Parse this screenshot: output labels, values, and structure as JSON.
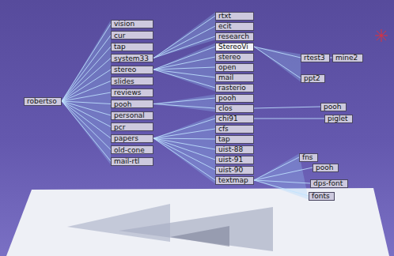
{
  "diagram": {
    "nodes": [
      {
        "text": [
          "robertso"
        ]
      },
      {
        "text": [
          "vision"
        ]
      },
      {
        "text": [
          "cur"
        ]
      },
      {
        "text": [
          "tap"
        ]
      },
      {
        "text": [
          "system33"
        ]
      },
      {
        "text": [
          "stereo"
        ]
      },
      {
        "text": [
          "slides"
        ]
      },
      {
        "text": [
          "reviews"
        ]
      },
      {
        "text": [
          "pooh"
        ]
      },
      {
        "text": [
          "personal"
        ]
      },
      {
        "text": [
          "pcr"
        ]
      },
      {
        "text": [
          "papers"
        ]
      },
      {
        "text": [
          "old-cone"
        ]
      },
      {
        "text": [
          "mail-rtl"
        ]
      },
      {
        "text": [
          "rtxt"
        ]
      },
      {
        "text": [
          "ecit"
        ]
      },
      {
        "text": [
          "research"
        ]
      },
      {
        "text": [
          "StereoVi"
        ]
      },
      {
        "text": [
          "stereo"
        ]
      },
      {
        "text": [
          "open"
        ]
      },
      {
        "text": [
          "mail"
        ]
      },
      {
        "text": [
          "rasterio"
        ]
      },
      {
        "text": [
          "pooh"
        ]
      },
      {
        "text": [
          "clos"
        ]
      },
      {
        "text": [
          "chi91"
        ]
      },
      {
        "text": [
          "cfs"
        ]
      },
      {
        "text": [
          "tap"
        ]
      },
      {
        "text": [
          "uist-88"
        ]
      },
      {
        "text": [
          "uist-91"
        ]
      },
      {
        "text": [
          "uist-90"
        ]
      },
      {
        "text": [
          "textmap"
        ]
      },
      {
        "text": [
          "rtest3"
        ]
      },
      {
        "text": [
          "mine2"
        ]
      },
      {
        "text": [
          "ppt2"
        ]
      },
      {
        "text": [
          "pooh"
        ]
      },
      {
        "text": [
          "piglet"
        ]
      },
      {
        "text": [
          "fns"
        ]
      },
      {
        "text": [
          "pooh"
        ]
      },
      {
        "text": [
          "dps-font"
        ]
      },
      {
        "text": [
          "fonts"
        ]
      }
    ],
    "edges": [
      {
        "from": 0,
        "to": 1,
        "arrow": "none"
      },
      {
        "from": 0,
        "to": 2,
        "arrow": "none"
      },
      {
        "from": 0,
        "to": 3,
        "arrow": "none"
      },
      {
        "from": 0,
        "to": 4,
        "arrow": "none"
      },
      {
        "from": 0,
        "to": 5,
        "arrow": "none"
      },
      {
        "from": 0,
        "to": 6,
        "arrow": "none"
      },
      {
        "from": 0,
        "to": 7,
        "arrow": "none"
      },
      {
        "from": 0,
        "to": 8,
        "arrow": "none"
      },
      {
        "from": 0,
        "to": 9,
        "arrow": "none"
      },
      {
        "from": 0,
        "to": 10,
        "arrow": "none"
      },
      {
        "from": 0,
        "to": 11,
        "arrow": "none"
      },
      {
        "from": 0,
        "to": 12,
        "arrow": "none"
      },
      {
        "from": 0,
        "to": 13,
        "arrow": "none"
      },
      {
        "from": 4,
        "to": 14,
        "arrow": "none"
      },
      {
        "from": 4,
        "to": 15,
        "arrow": "none"
      },
      {
        "from": 4,
        "to": 16,
        "arrow": "none"
      },
      {
        "from": 5,
        "to": 17,
        "arrow": "none"
      },
      {
        "from": 5,
        "to": 18,
        "arrow": "none"
      },
      {
        "from": 5,
        "to": 19,
        "arrow": "none"
      },
      {
        "from": 5,
        "to": 20,
        "arrow": "none"
      },
      {
        "from": 5,
        "to": 21,
        "arrow": "none"
      },
      {
        "from": 8,
        "to": 22,
        "arrow": "none"
      },
      {
        "from": 8,
        "to": 23,
        "arrow": "none"
      },
      {
        "from": 11,
        "to": 24,
        "arrow": "none"
      },
      {
        "from": 11,
        "to": 25,
        "arrow": "none"
      },
      {
        "from": 11,
        "to": 26,
        "arrow": "none"
      },
      {
        "from": 11,
        "to": 27,
        "arrow": "none"
      },
      {
        "from": 11,
        "to": 28,
        "arrow": "none"
      },
      {
        "from": 11,
        "to": 29,
        "arrow": "none"
      },
      {
        "from": 11,
        "to": 30,
        "arrow": "none"
      },
      {
        "from": 17,
        "to": 31,
        "arrow": "none"
      },
      {
        "from": 17,
        "to": 33,
        "arrow": "none"
      },
      {
        "from": 31,
        "to": 32,
        "arrow": "none"
      },
      {
        "from": 23,
        "to": 34,
        "arrow": "none"
      },
      {
        "from": 24,
        "to": 35,
        "arrow": "none"
      },
      {
        "from": 30,
        "to": 36,
        "arrow": "none"
      },
      {
        "from": 30,
        "to": 37,
        "arrow": "none"
      },
      {
        "from": 30,
        "to": 38,
        "arrow": "none"
      },
      {
        "from": 30,
        "to": 39,
        "arrow": "none"
      }
    ]
  }
}
